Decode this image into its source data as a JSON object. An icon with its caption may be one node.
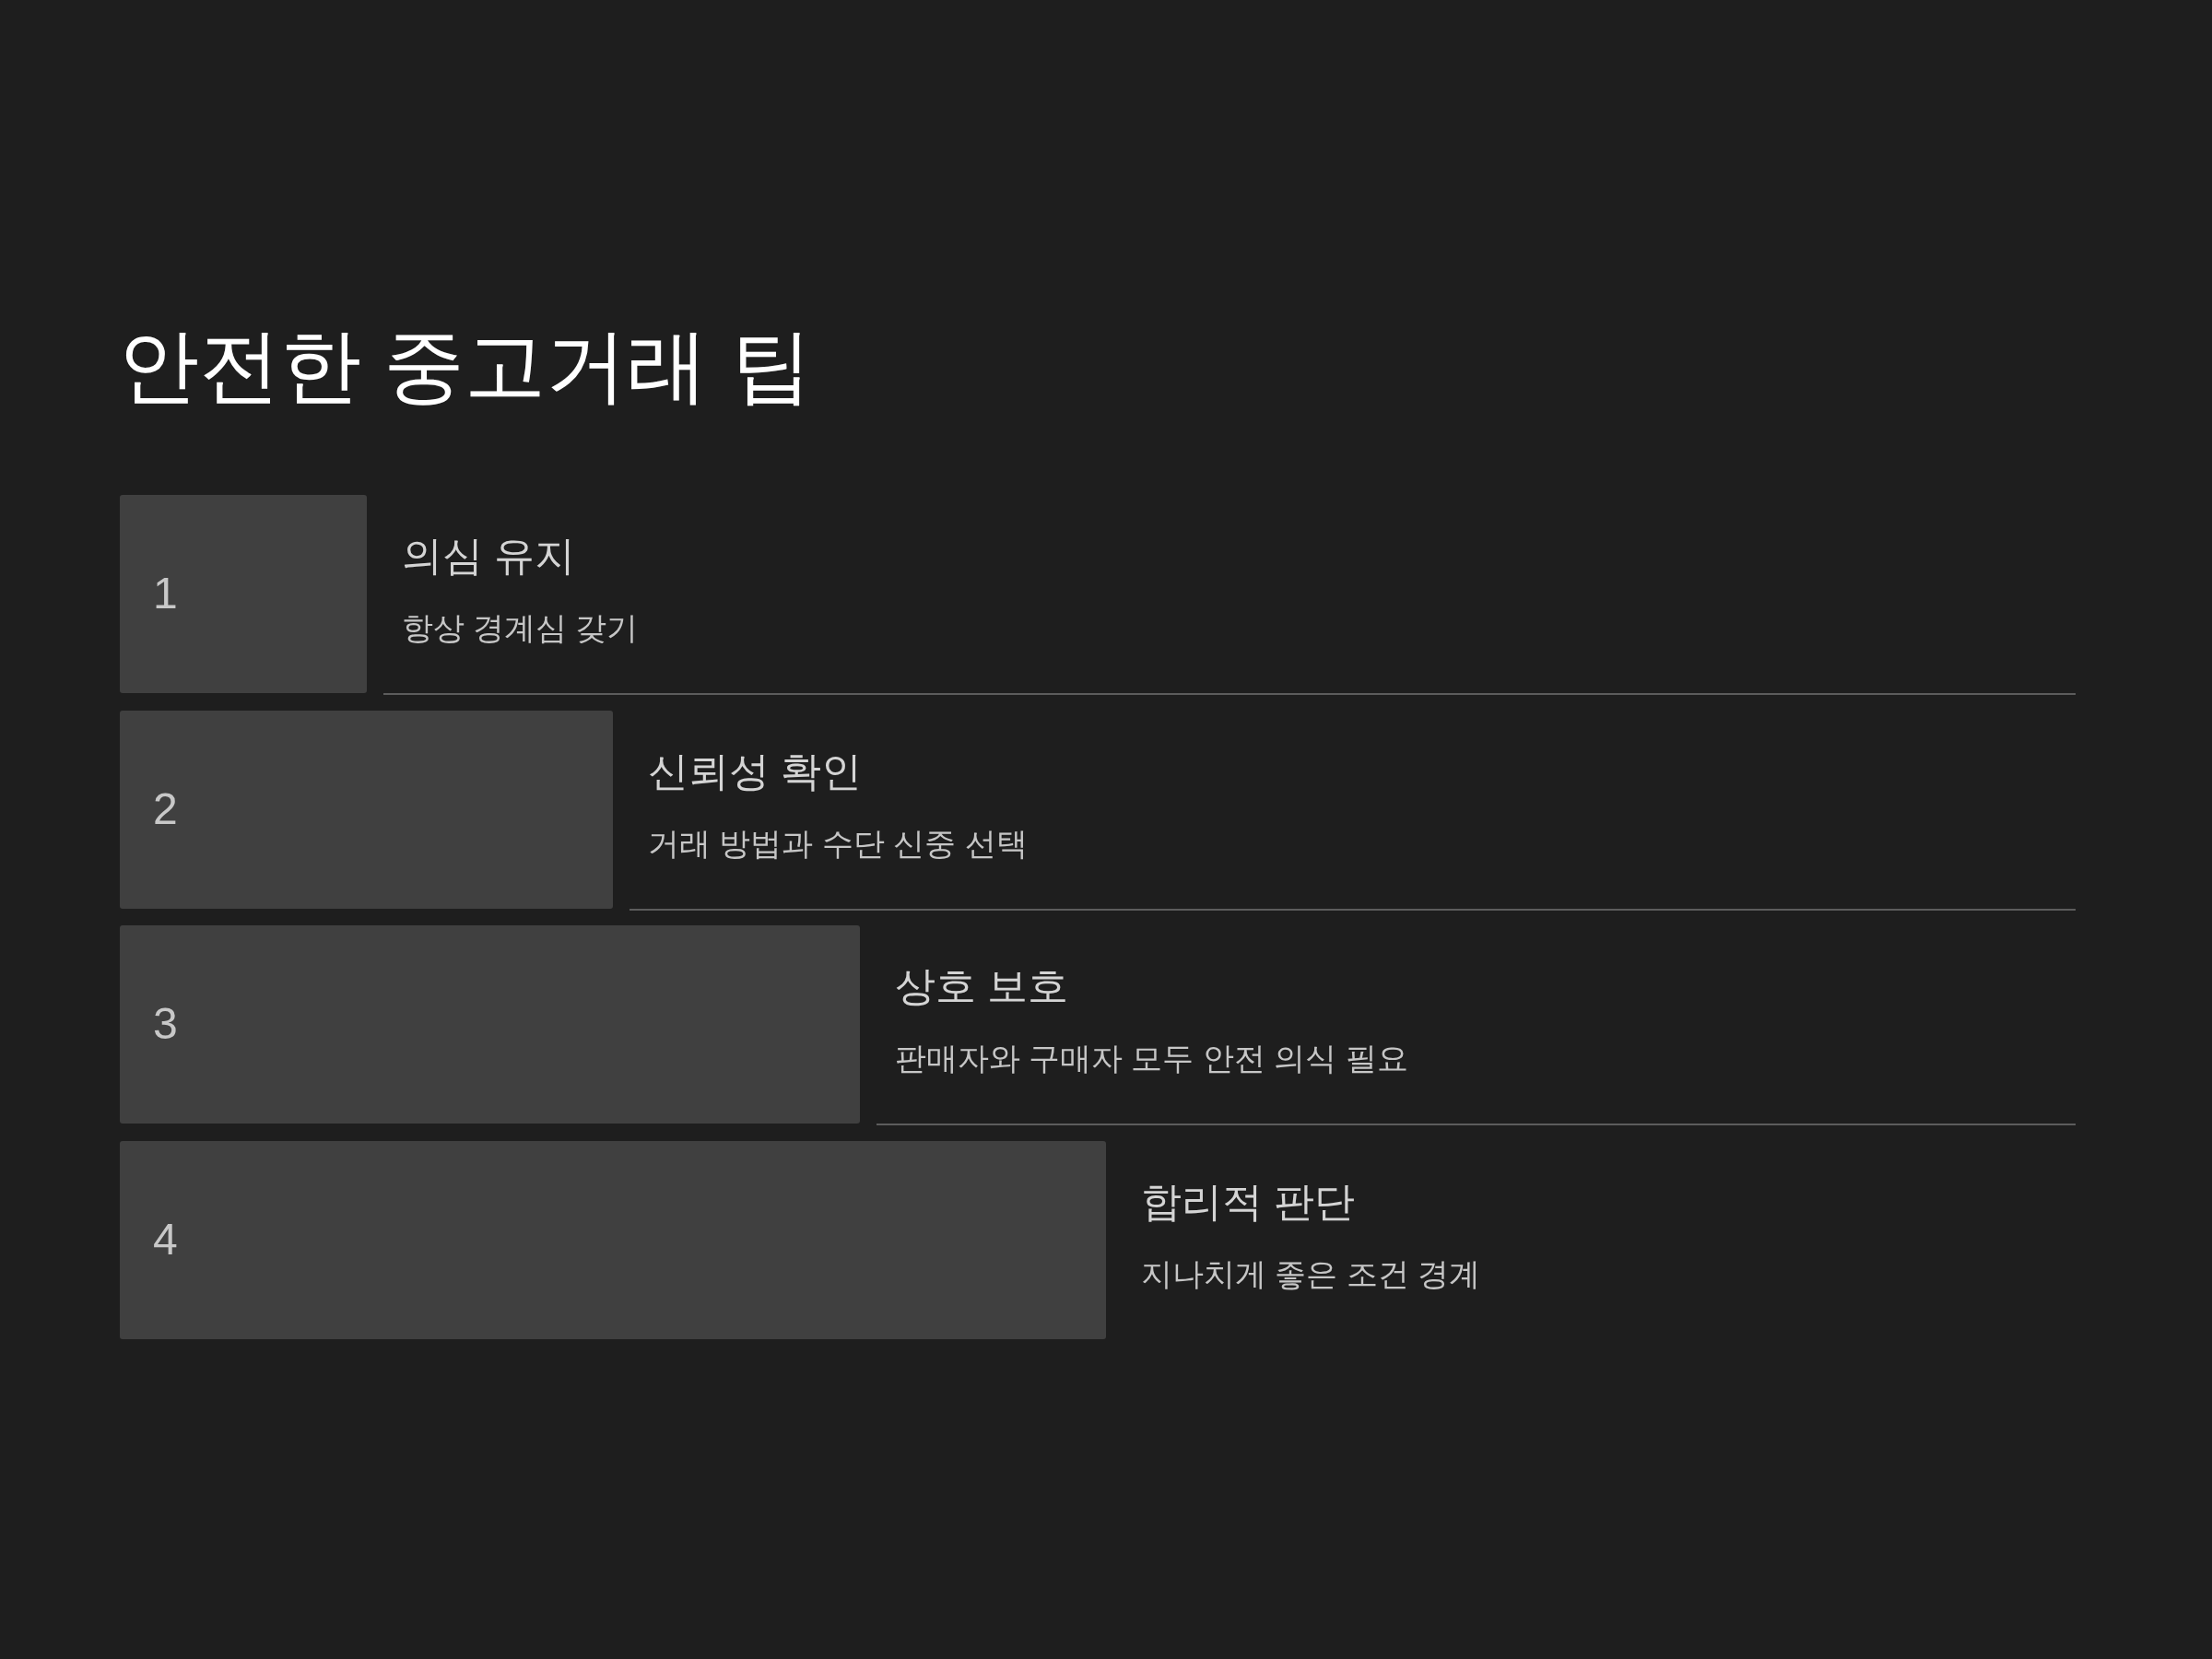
{
  "diagram": {
    "title": "안전한 중고거래 팁",
    "nodes": [
      {
        "text": [
          "1"
        ],
        "beside": [
          "의심 유지",
          "항상 경계심 갖기"
        ]
      },
      {
        "text": [
          "2"
        ],
        "beside": [
          "신뢰성 확인",
          "거래 방법과 수단 신중 선택"
        ]
      },
      {
        "text": [
          "3"
        ],
        "beside": [
          "상호 보호",
          "판매자와 구매자 모두 안전 의식 필요"
        ]
      },
      {
        "text": [
          "4"
        ],
        "beside": [
          "합리적 판단",
          "지나치게 좋은 조건 경계"
        ]
      }
    ]
  }
}
